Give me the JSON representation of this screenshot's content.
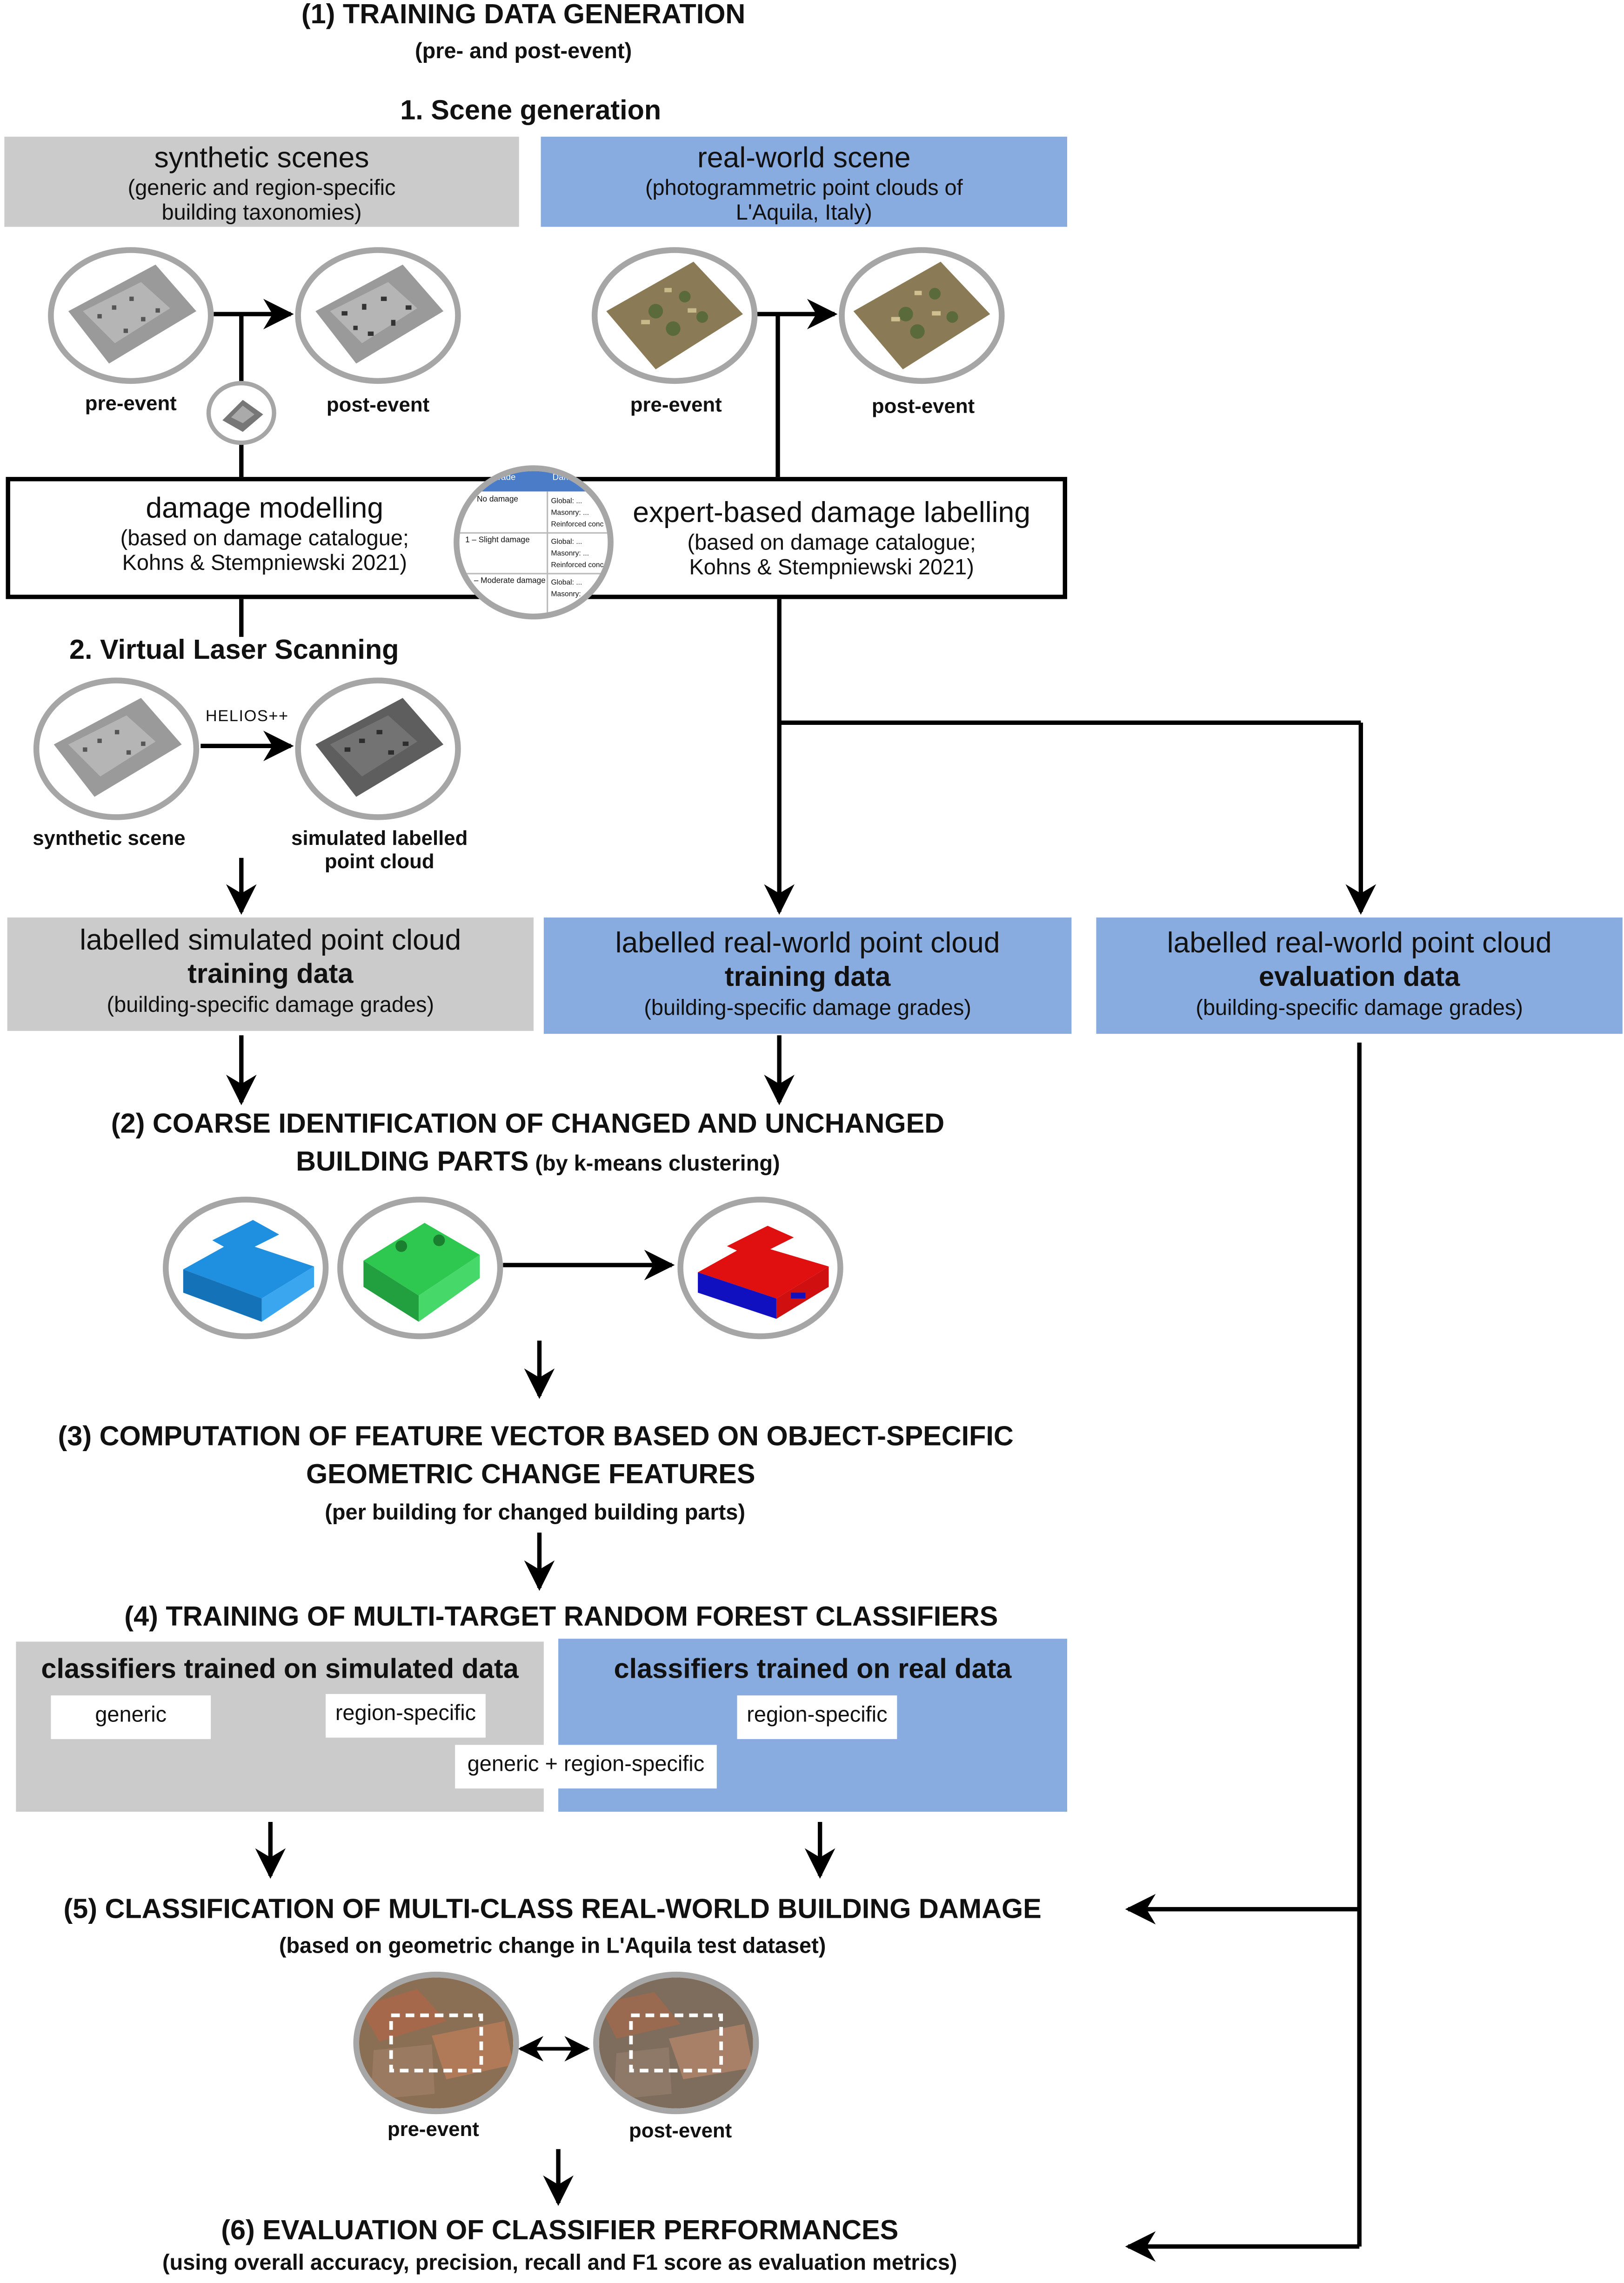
{
  "s1": {
    "title": "(1) TRAINING DATA GENERATION",
    "subtitle": "(pre- and post-event)",
    "scene_gen": "1. Scene generation"
  },
  "synthetic_box": {
    "title": "synthetic scenes",
    "desc1": "(generic and region-specific",
    "desc2": "building taxonomies)"
  },
  "real_box": {
    "title": "real-world scene",
    "desc1": "(photogrammetric point clouds of",
    "desc2": "L'Aquila, Italy)"
  },
  "labels": {
    "pre_event": "pre-event",
    "post_event": "post-event",
    "synthetic_scene": "synthetic scene",
    "simulated_line1": "simulated labelled",
    "simulated_line2": "point cloud"
  },
  "damage_box": {
    "left_title": "damage modelling",
    "left_desc1": "(based on damage catalogue;",
    "left_desc2": "Kohns & Stempniewski 2021)",
    "right_title": "expert-based damage labelling",
    "right_desc1": "(based on damage catalogue;",
    "right_desc2": "Kohns & Stempniewski 2021)"
  },
  "catalogue_thumb": {
    "head1": "Grade",
    "head2": "Dama",
    "row1": "No damage",
    "row2": "1 – Slight damage",
    "row3": "– Moderate damage",
    "c1": "Global: ...",
    "c2": "Masonry: ...",
    "c3": "Reinforced conc"
  },
  "vls": {
    "title": "2. Virtual Laser Scanning",
    "tool": "HELIOS++"
  },
  "data_boxes": [
    {
      "line1": "labelled simulated point cloud",
      "line2": "training data",
      "line3": "(building-specific damage grades)",
      "color": "#cbcbcb"
    },
    {
      "line1": "labelled real-world point cloud",
      "line2": "training data",
      "line3": "(building-specific damage grades)",
      "color": "#88abe0"
    },
    {
      "line1": "labelled real-world point cloud",
      "line2": "evaluation data",
      "line3": "(building-specific damage grades)",
      "color": "#88abe0"
    }
  ],
  "s2": {
    "line1": "(2) COARSE IDENTIFICATION OF CHANGED AND UNCHANGED",
    "line2a": "BUILDING PARTS",
    "line2b": "(by k-means clustering)"
  },
  "s3": {
    "line1": "(3) COMPUTATION OF FEATURE VECTOR BASED ON OBJECT-SPECIFIC",
    "line2": "GEOMETRIC CHANGE FEATURES",
    "line3": "(per building for changed building parts)"
  },
  "s4": {
    "title": "(4) TRAINING OF MULTI-TARGET RANDOM FOREST CLASSIFIERS",
    "sim_title": "classifiers trained on simulated data",
    "real_title": "classifiers trained on real data",
    "generic": "generic",
    "region_specific": "region-specific",
    "generic_region": "generic + region-specific",
    "real_region": "region-specific"
  },
  "s5": {
    "line1": "(5) CLASSIFICATION OF MULTI-CLASS REAL-WORLD BUILDING DAMAGE",
    "line2": "(based on geometric change in L'Aquila test dataset)"
  },
  "s6": {
    "line1": "(6) EVALUATION OF CLASSIFIER PERFORMANCES",
    "line2": "(using overall accuracy, precision, recall and F1 score as evaluation metrics)"
  },
  "colors": {
    "grey_box": "#cbcbcb",
    "blue_box": "#88abe0",
    "circle_border": "#a6a6a6",
    "changed": "#e01010",
    "unchanged": "#1010c0",
    "pre_cloud": "#1f8fe0",
    "post_cloud": "#2ec850"
  }
}
